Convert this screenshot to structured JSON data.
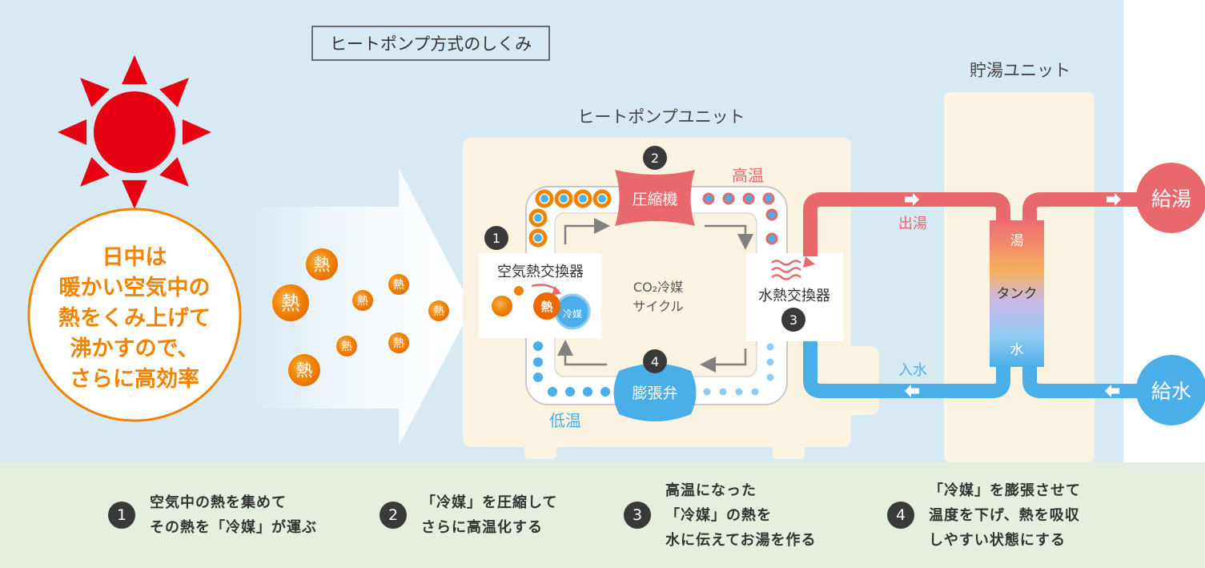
{
  "title": "ヒートポンプ方式のしくみ",
  "sun_message": [
    "日中は",
    "暖かい空気中の",
    "熱をくみ上げて",
    "沸かすので、",
    "さらに高効率"
  ],
  "heat_label": "熱",
  "heat_pump_unit": {
    "label": "ヒートポンプユニット",
    "compressor": "圧縮機",
    "expansion_valve": "膨張弁",
    "air_heat_exchanger": "空気熱交換器",
    "water_heat_exchanger": "水熱交換器",
    "high_temp": "高温",
    "low_temp": "低温",
    "cycle_line1": "CO₂冷媒",
    "cycle_line2": "サイクル",
    "refrigerant": "冷媒",
    "heat": "熱"
  },
  "storage_unit": {
    "label": "貯湯ユニット",
    "tank_top": "湯",
    "tank_middle": "タンク",
    "tank_bottom": "水"
  },
  "pipes": {
    "hot_out": "出湯",
    "water_in": "入水",
    "hot_supply": "給湯",
    "water_supply": "給水"
  },
  "badges": [
    "1",
    "2",
    "3",
    "4"
  ],
  "steps": [
    {
      "num": "1",
      "lines": [
        "空気中の熱を集めて",
        "その熱を「冷媒」が運ぶ"
      ]
    },
    {
      "num": "2",
      "lines": [
        "「冷媒」を圧縮して",
        "さらに高温化する"
      ]
    },
    {
      "num": "3",
      "lines": [
        "高温になった",
        "「冷媒」の熱を",
        "水に伝えてお湯を作る"
      ]
    },
    {
      "num": "4",
      "lines": [
        "「冷媒」を膨張させて",
        "温度を下げ、熱を吸収",
        "しやすい状態にする"
      ]
    }
  ],
  "colors": {
    "sky": "#d7e9f3",
    "sun": "#e60012",
    "orange": "#f08300",
    "hot": "#e9686e",
    "cold": "#4aaee8",
    "unit": "#fbf3e2",
    "step_bg": "#e6efdf"
  }
}
